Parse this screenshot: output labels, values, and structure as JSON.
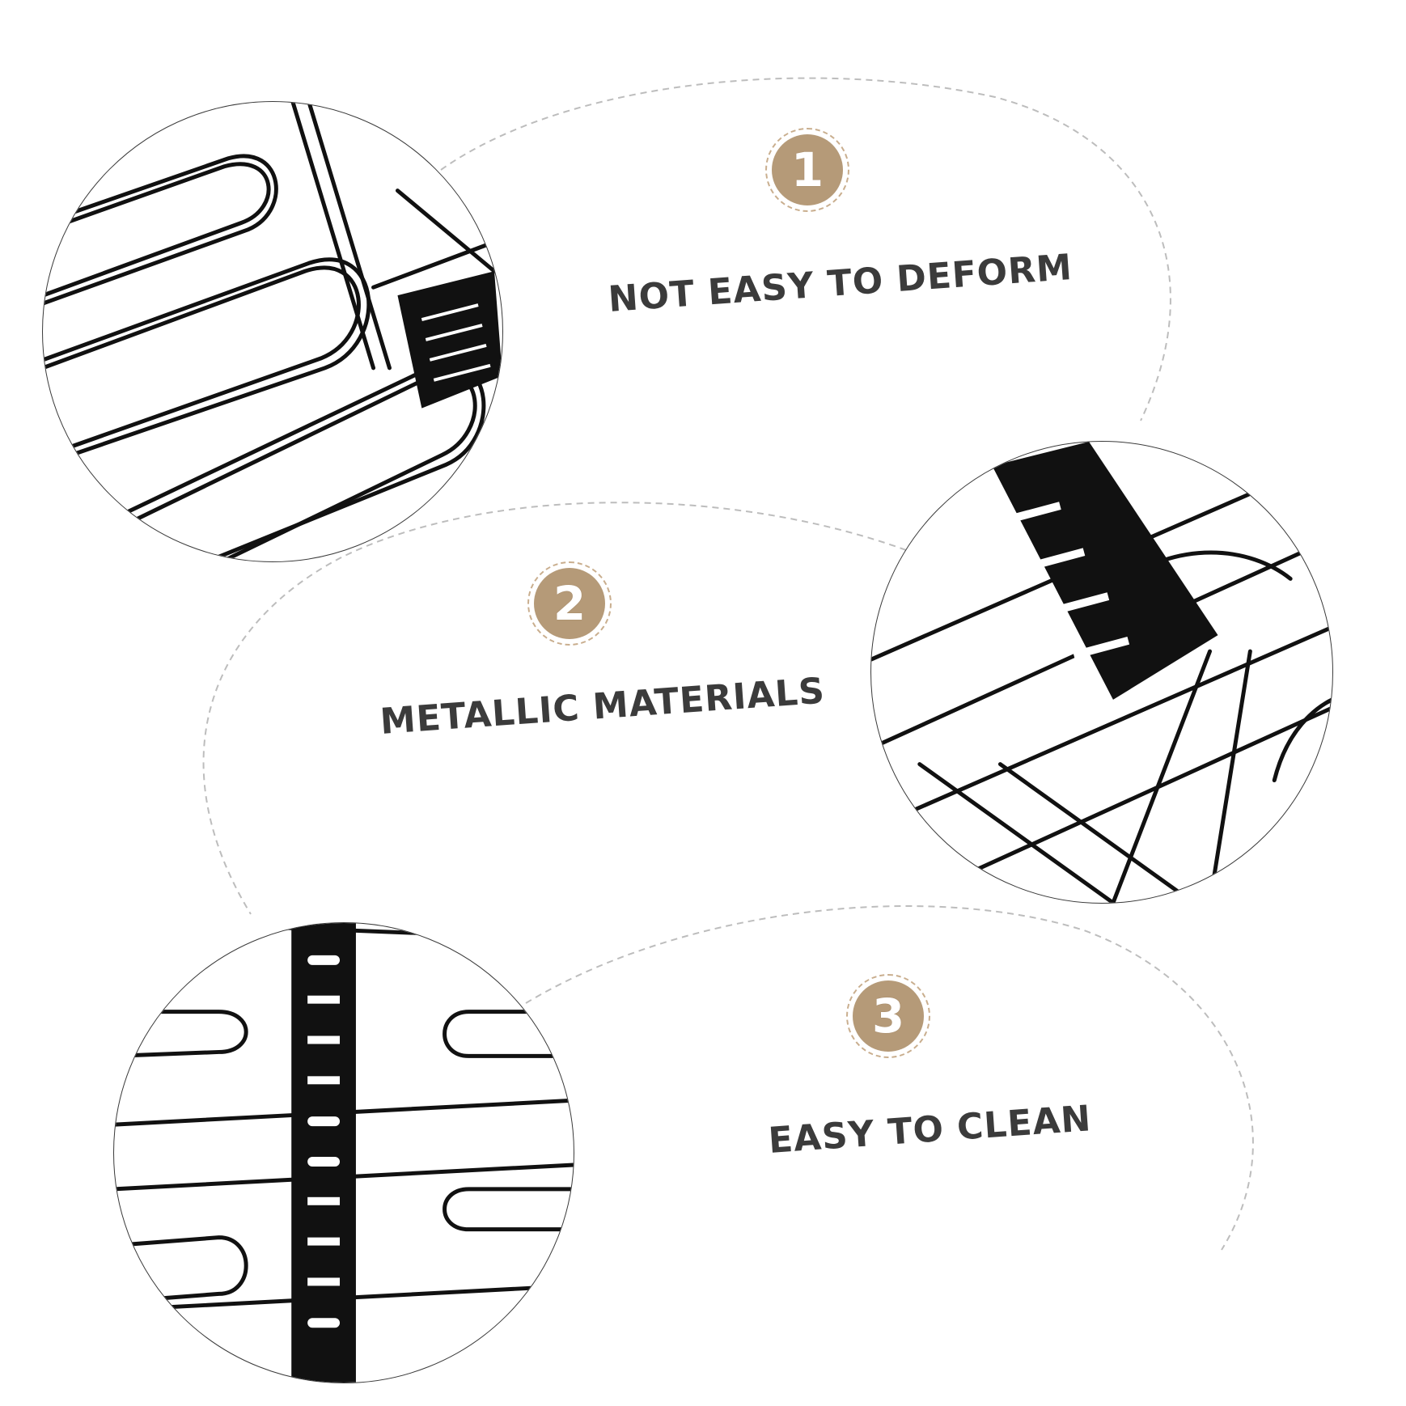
{
  "colors": {
    "badge_fill": "#b59a78",
    "badge_ring": "#c9ae8e",
    "text": "#3b3b3b",
    "wire": "#111111",
    "dash": "#bdbdbd"
  },
  "features": [
    {
      "number": "1",
      "label": "NOT EASY TO DEFORM"
    },
    {
      "number": "2",
      "label": "METALLIC MATERIALS"
    },
    {
      "number": "3",
      "label": "EASY TO CLEAN"
    }
  ],
  "icons": {
    "detail_1": "wire-rack-closeup-icon",
    "detail_2": "rack-bracket-closeup-icon",
    "detail_3": "slotted-bar-closeup-icon"
  }
}
